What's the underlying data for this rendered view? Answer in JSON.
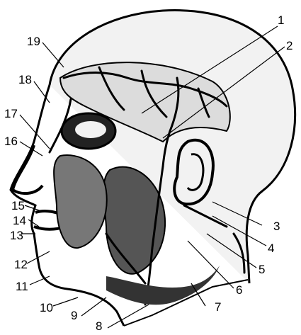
{
  "figure": {
    "kind": "anatomical line drawing of a human head, lateral view, showing superficial veins",
    "colors": {
      "ink": "#000000",
      "paper": "#ffffff",
      "skin": "#f2f2f2"
    }
  },
  "labels": [
    {
      "id": "1",
      "text": "1"
    },
    {
      "id": "2",
      "text": "2"
    },
    {
      "id": "3",
      "text": "3"
    },
    {
      "id": "4",
      "text": "4"
    },
    {
      "id": "5",
      "text": "5"
    },
    {
      "id": "6",
      "text": "6"
    },
    {
      "id": "7",
      "text": "7"
    },
    {
      "id": "8",
      "text": "8"
    },
    {
      "id": "9",
      "text": "9"
    },
    {
      "id": "10",
      "text": "10"
    },
    {
      "id": "11",
      "text": "11"
    },
    {
      "id": "12",
      "text": "12"
    },
    {
      "id": "13",
      "text": "13"
    },
    {
      "id": "14",
      "text": "14"
    },
    {
      "id": "15",
      "text": "15"
    },
    {
      "id": "16",
      "text": "16"
    },
    {
      "id": "17",
      "text": "17"
    },
    {
      "id": "18",
      "text": "18"
    },
    {
      "id": "19",
      "text": "19"
    }
  ]
}
